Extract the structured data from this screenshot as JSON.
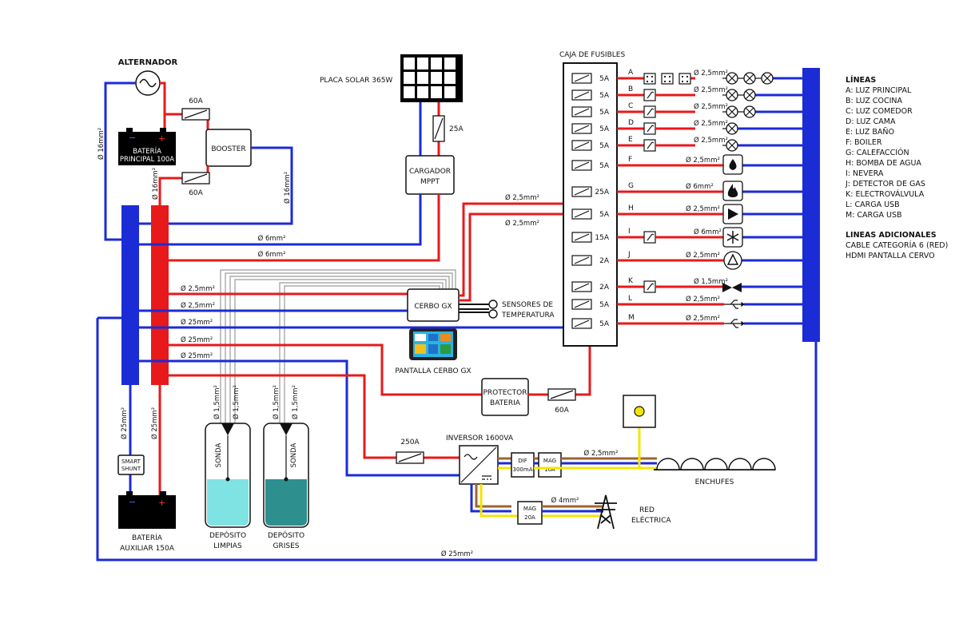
{
  "title_alternador": "ALTERNADOR",
  "bateria_principal": [
    "BATERÍA",
    "PRINCIPAL 100A"
  ],
  "booster": "BOOSTER",
  "fuse_60a_top": "60A",
  "fuse_60a_bottom": "60A",
  "placa_solar": "PLACA SOLAR 365W",
  "fuse_25a_solar": "25A",
  "cargador_mppt": [
    "CARGADOR",
    "MPPT"
  ],
  "caja_fusibles": "CAJA DE FUSIBLES",
  "fuses": [
    "5A",
    "5A",
    "5A",
    "5A",
    "5A",
    "5A",
    "25A",
    "5A",
    "15A",
    "2A",
    "2A",
    "5A",
    "5A"
  ],
  "line_letters": [
    "A",
    "B",
    "C",
    "D",
    "E",
    "F",
    "G",
    "H",
    "I",
    "J",
    "K",
    "L",
    "M"
  ],
  "line_sections": [
    "Ø 2,5mm²",
    "Ø 2,5mm²",
    "Ø 2,5mm²",
    "Ø 2,5mm²",
    "Ø 2,5mm²",
    "Ø 2,5mm²",
    "Ø 6mm²",
    "Ø 2,5mm²",
    "Ø 6mm²",
    "Ø 2,5mm²",
    "Ø 1,5mm²",
    "Ø 2,5mm²",
    "Ø 2,5mm²"
  ],
  "wire_labels": {
    "w16_left": "Ø 16mm²",
    "w16_mid": "Ø 16mm²",
    "w16_right": "Ø 16mm²",
    "w6_blue": "Ø 6mm²",
    "w6_red": "Ø 6mm²",
    "w25_cerbo_top": "Ø 2,5mm²",
    "w25_cerbo_bottom": "Ø 2,5mm²",
    "w25_red1": "Ø 2,5mm²",
    "w25_blue1": "Ø 2,5mm²",
    "w25mm_1": "Ø 25mm²",
    "w25mm_2": "Ø 25mm²",
    "w25mm_3": "Ø 25mm²",
    "w25_shunt": "Ø 25mm²",
    "w25_aux": "Ø 25mm²",
    "w15_1": "Ø 1,5mm²",
    "w15_2": "Ø 1,5mm²",
    "w15_3": "Ø 1,5mm²",
    "w15_4": "Ø 1,5mm²",
    "w25_bottom": "Ø 25mm²",
    "w25_enchufes": "Ø 2,5mm²",
    "w4_red": "Ø 4mm²"
  },
  "cerbo_gx": "CERBO GX",
  "sensores": [
    "SENSORES DE",
    "TEMPERATURA"
  ],
  "pantalla_cerbo": "PANTALLA CERBO GX",
  "protector": [
    "PROTECTOR",
    "BATERIA"
  ],
  "fuse_60a_protector": "60A",
  "fuse_250a": "250A",
  "inversor": "INVERSOR 1600VA",
  "dif": [
    "DIF",
    "300mA"
  ],
  "mag16": [
    "MAG",
    "16A"
  ],
  "mag20": [
    "MAG",
    "20A"
  ],
  "enchufes": "ENCHUFES",
  "red_electrica": [
    "RED",
    "ELÉCTRICA"
  ],
  "smart_shunt": [
    "SMART",
    "SHUNT"
  ],
  "bateria_auxiliar": [
    "BATERÍA",
    "AUXILIAR 150A"
  ],
  "sonda1": "SONDA",
  "sonda2": "SONDA",
  "deposito_limpias": [
    "DEPÓSITO",
    "LIMPIAS"
  ],
  "deposito_grises": [
    "DEPÓSITO",
    "GRISES"
  ],
  "legend": {
    "heading": "LÍNEAS",
    "items": [
      "A: LUZ PRINCIPAL",
      "B: LUZ COCINA",
      "C: LUZ COMEDOR",
      "D: LUZ CAMA",
      "E: LUZ BAÑO",
      "F: BOILER",
      "G: CALEFACCIÓN",
      "H: BOMBA DE AGUA",
      "I: NEVERA",
      "J: DETECTOR DE GAS",
      "K: ELECTROVÁLVULA",
      "L: CARGA USB",
      "M: CARGA USB"
    ],
    "extra_heading": "LINEAS ADICIONALES",
    "extra_items": [
      "CABLE CATEGORÍA 6 (RED)",
      "HDMI PANTALLA CERVO"
    ]
  },
  "colors": {
    "positive": "#e8191b",
    "negative": "#1b2bd6",
    "signal": "#9a9a9a",
    "earth": "#f5e400",
    "phase": "#a0652d",
    "water_clean": "#7fe3e3",
    "water_grey": "#2e8f8f"
  }
}
